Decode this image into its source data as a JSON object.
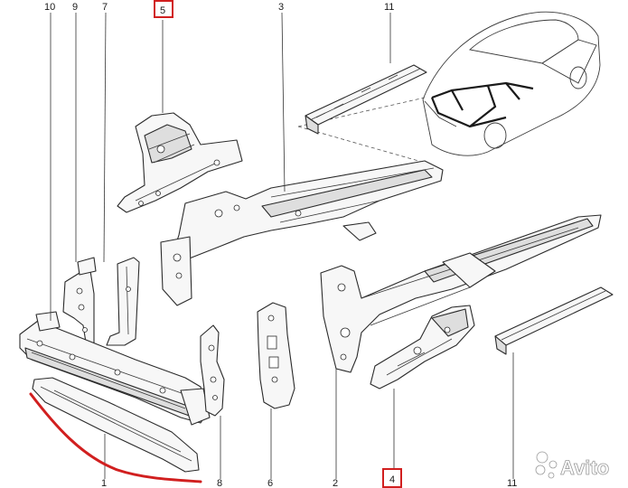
{
  "callouts": [
    {
      "id": "10",
      "text": "10"
    },
    {
      "id": "9",
      "text": "9"
    },
    {
      "id": "7",
      "text": "7"
    },
    {
      "id": "5",
      "text": "5",
      "highlighted": true
    },
    {
      "id": "3",
      "text": "3"
    },
    {
      "id": "11a",
      "text": "11"
    },
    {
      "id": "1",
      "text": "1"
    },
    {
      "id": "8",
      "text": "8"
    },
    {
      "id": "6",
      "text": "6"
    },
    {
      "id": "2",
      "text": "2"
    },
    {
      "id": "4",
      "text": "4",
      "highlighted": true
    },
    {
      "id": "11b",
      "text": "11"
    }
  ],
  "watermark": {
    "brand": "Avito",
    "icon": "avito-dots-icon"
  },
  "colors": {
    "highlight": "#d11f1f",
    "line": "#2b2b2b"
  },
  "annotation": {
    "type": "hand-drawn-underline",
    "color": "#d11f1f"
  }
}
